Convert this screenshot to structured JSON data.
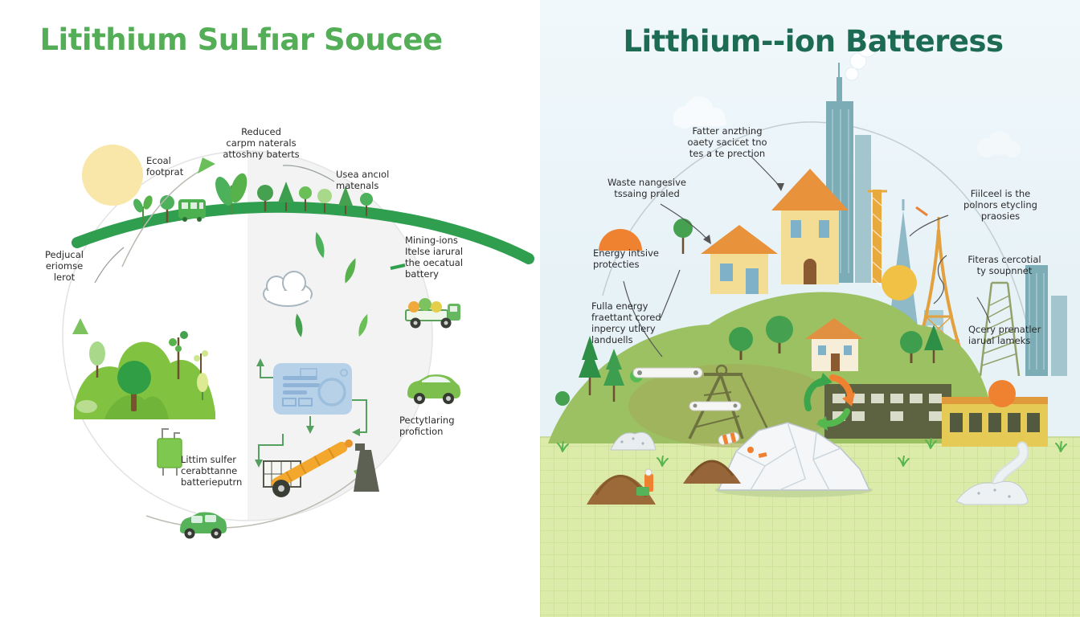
{
  "left_panel": {
    "title": "Litithium SuLfıar Soucee",
    "labels": {
      "eco_footprint": "Ecoal\nfootprat",
      "reduced_carbon": "Reduced\ncarpm naterals\nattoshny baterts",
      "used_materials": "Usea ancıol\nmatenals",
      "mining": "Mining-ions\nItelse iarural\nthe oecatual\nbattery",
      "production": "Pedjucal\neriomse\nlerot",
      "recycling": "Pectytlaring\nprofiction",
      "battery": "Littim sulfer\ncerabttanne\nbatterieputrn"
    }
  },
  "right_panel": {
    "title": "Litthium--ion Batteress",
    "labels": {
      "faster": "Fatter anzthing\noaety sacicet tno\ntes a te prection",
      "waste": "Waste nangesive\ntssaing praled",
      "lifecycle": "Fiilceel is the\npolnors etycling\npraosies",
      "energy": "Energy intsive\nprotecties",
      "filters": "Fiteras cercotial\nty soupnnet",
      "landfills": "Fulla energy\nfraettant cored\ninpercy utlery\nlanduells",
      "query": "Qcery prenatler\niarual lameks"
    }
  },
  "colors": {
    "left_title": "#53ae57",
    "right_title": "#1d6b53",
    "label_text": "#2b2b2b",
    "left_background": "#ffffff",
    "right_background": "#e9f3f8",
    "ground_green": "#dcebaa",
    "accent_green": "#3aa54a",
    "accent_orange": "#ef8230",
    "sky_teal": "#7cacb6"
  },
  "icons": {
    "sun-icon": "yellow-circle",
    "cloud-icon": "white-puffs",
    "leaf-icon": "green-leaf",
    "tree-icon": "round-tree",
    "pine-icon": "triangle-tree",
    "bus-icon": "green-bus",
    "truck-icon": "flatbed-truck",
    "car-icon": "green-car",
    "van-icon": "green-minivan",
    "battery-icon": "green-cell",
    "charger-device-icon": "blue-control-panel",
    "crane-icon": "yellow-boom-crane",
    "chimney-icon": "dark-funnel",
    "recycling-arrows-icon": "circular-arrows",
    "house-icon": "orange-roof-house",
    "skyscraper-icon": "teal-tower",
    "pyramid-tower-icon": "teal-spire",
    "eiffel-tower-icon": "orange-lattice",
    "gantry-tower-icon": "green-lattice",
    "crane-mast-icon": "orange-mast",
    "headframe-icon": "olive-mine-frame",
    "factory-icon": "olive-building",
    "warehouse-icon": "yellow-building",
    "rock-pile-icon": "white-ore-heap",
    "gravel-pile-icon": "gray-heap",
    "dirt-mound-icon": "brown-mound",
    "pipe-icon": "white-cylinder",
    "energy-dome-icon": "orange-half-circle",
    "orange-circle-icon": "orange-dot",
    "ground-grid": "green-grid-field",
    "arrow-icon": "green-arrowhead"
  }
}
